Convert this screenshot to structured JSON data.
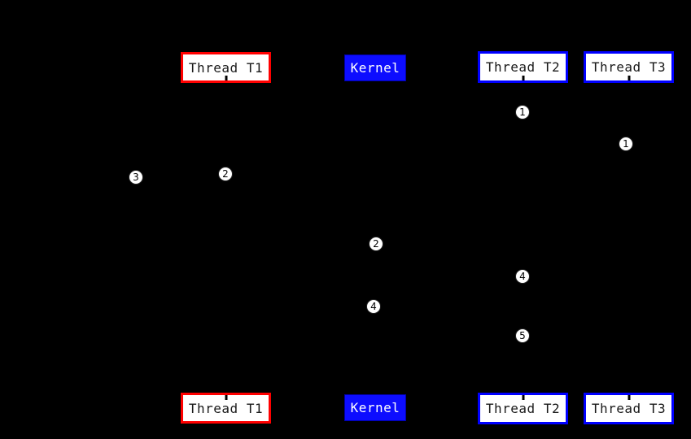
{
  "diagram": {
    "type": "sequence-diagram",
    "background_color": "#000000",
    "participants": [
      {
        "label": "Thread T1",
        "style": "red-outline",
        "border_color": "#ff0000",
        "fill": "#ffffff",
        "text_color": "#1a1a1a"
      },
      {
        "label": "Kernel",
        "style": "blue-solid",
        "border_color": "#0000aa",
        "fill": "#0d0dff",
        "text_color": "#ffffff"
      },
      {
        "label": "Thread T2",
        "style": "blue-outline",
        "border_color": "#0000ff",
        "fill": "#ffffff",
        "text_color": "#1a1a1a"
      },
      {
        "label": "Thread T3",
        "style": "blue-outline",
        "border_color": "#0000ff",
        "fill": "#ffffff",
        "text_color": "#1a1a1a"
      }
    ],
    "step_markers": [
      {
        "label": "1",
        "at": "thread-t2-lifeline-upper"
      },
      {
        "label": "1",
        "at": "thread-t3-lifeline-upper"
      },
      {
        "label": "2",
        "at": "thread-t1-lifeline"
      },
      {
        "label": "3",
        "at": "left-of-thread-t1-lifeline"
      },
      {
        "label": "2",
        "at": "kernel-lifeline"
      },
      {
        "label": "4",
        "at": "thread-t2-lifeline"
      },
      {
        "label": "4",
        "at": "kernel-lifeline"
      },
      {
        "label": "5",
        "at": "thread-t2-lifeline-lower"
      }
    ],
    "marker_colors": {
      "fill": "#ffffff",
      "text": "#000000"
    }
  }
}
